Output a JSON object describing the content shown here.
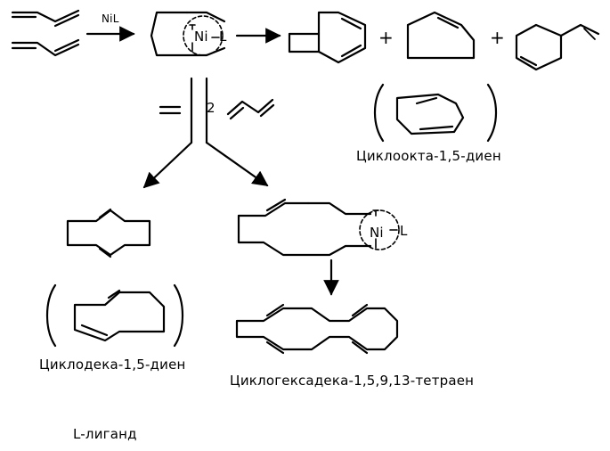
{
  "reagents": {
    "catalyst": "NiL",
    "ethylene_arrow_label": "=",
    "butadiene_count": "2"
  },
  "complex": {
    "nickel": "Ni",
    "ligand": "L"
  },
  "operators": {
    "plus_1": "+",
    "plus_2": "+"
  },
  "captions": {
    "cyclooctadiene": "Циклоокта-1,5-диен",
    "cyclodecadiene": "Циклодека-1,5-диен",
    "cyclohexadecatetraene": "Циклогексадека-1,5,9,13-тетраен",
    "legend": "L-лиганд"
  }
}
